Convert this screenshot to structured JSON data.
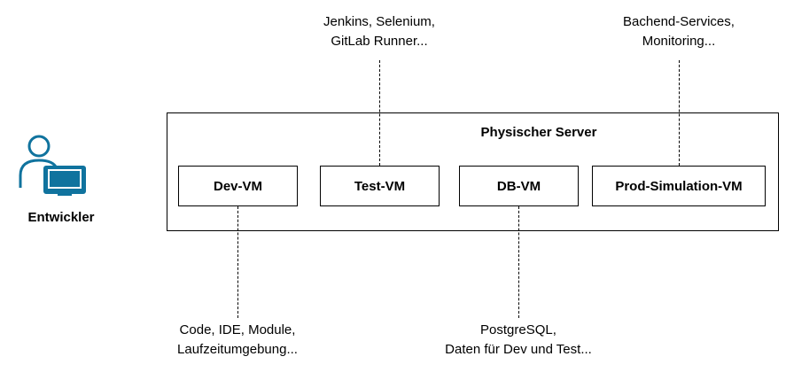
{
  "diagram": {
    "developer": {
      "label": "Entwickler",
      "icon": "user-computer-icon"
    },
    "server": {
      "title": "Physischer Server"
    },
    "vms": [
      {
        "label": "Dev-VM"
      },
      {
        "label": "Test-VM"
      },
      {
        "label": "DB-VM"
      },
      {
        "label": "Prod-Simulation-VM"
      }
    ],
    "notes": {
      "dev": [
        "Code, IDE, Module,",
        "Laufzeitumgebung..."
      ],
      "test": [
        "Jenkins, Selenium,",
        "GitLab Runner..."
      ],
      "db": [
        "PostgreSQL,",
        "Daten für Dev und Test..."
      ],
      "prod": [
        "Bachend-Services,",
        "Monitoring..."
      ]
    },
    "colors": {
      "icon_accent": "#10739e",
      "line": "#000000"
    }
  }
}
